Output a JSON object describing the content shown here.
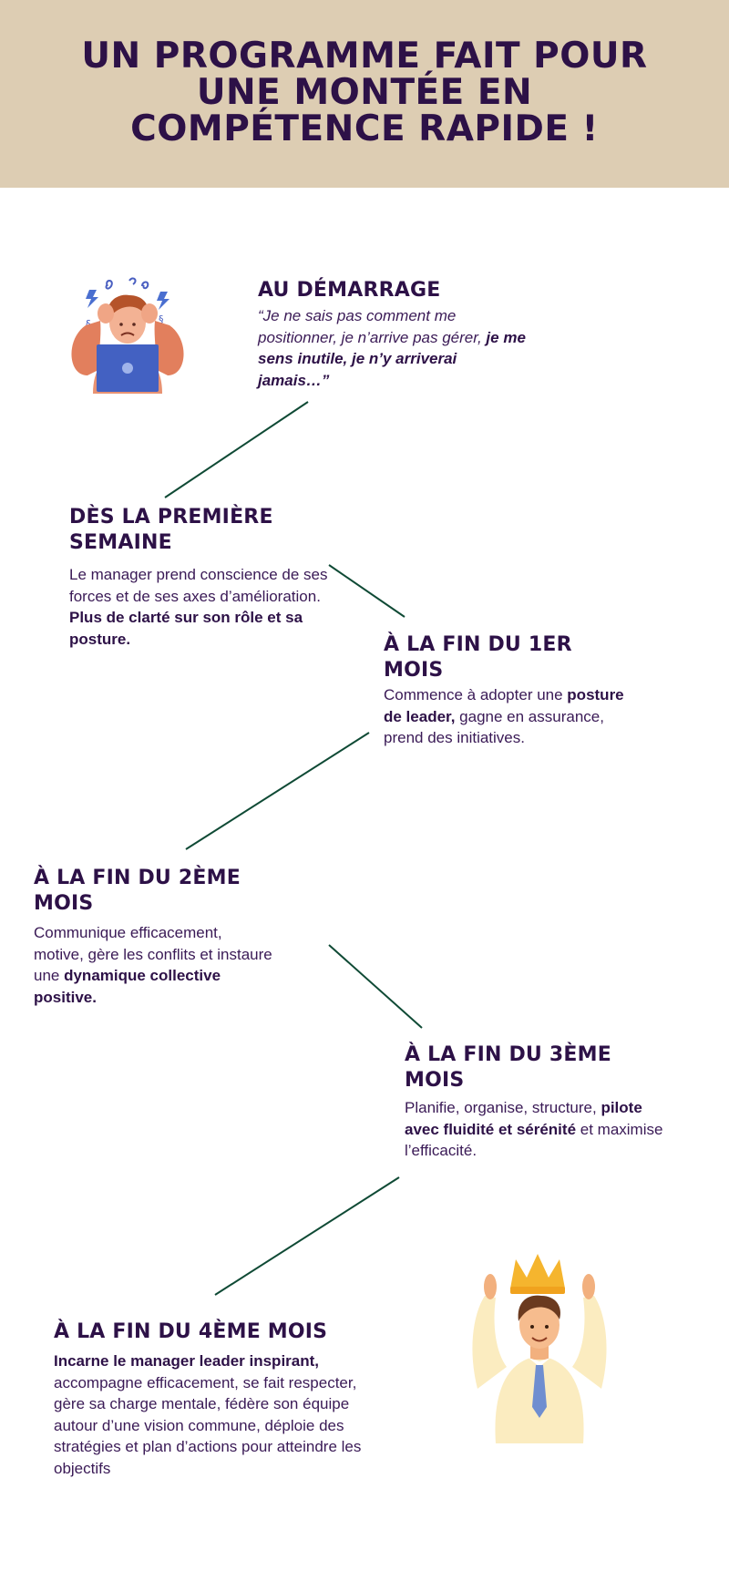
{
  "header": {
    "title_lines": [
      "UN PROGRAMME FAIT POUR",
      "UNE MONTÉE EN",
      "COMPÉTENCE RAPIDE !"
    ]
  },
  "colors": {
    "banner_bg": "#ddcdb3",
    "text_primary": "#2d1147",
    "connector": "#0f4a35"
  },
  "steps": [
    {
      "title": "AU DÉMARRAGE",
      "text_normal": "“Je ne sais pas comment me positionner, je n’arrive pas gérer, ",
      "text_bold": "je me sens inutile, je n’y arriverai jamais…”"
    },
    {
      "title": "DÈS LA PREMIÈRE SEMAINE",
      "text_normal": "Le manager prend conscience de ses forces et de ses axes d’amélioration.",
      "text_bold": "Plus de clarté sur son rôle et sa posture."
    },
    {
      "title": "À LA FIN DU 1ER MOIS",
      "text_before": "Commence à adopter une ",
      "text_bold": "posture de leader,",
      "text_after": " gagne en assurance, prend des initiatives."
    },
    {
      "title": "À LA FIN DU 2ÈME MOIS",
      "text_before": "Communique efficacement, motive, gère les conflits et instaure une ",
      "text_bold": "dynamique collective positive."
    },
    {
      "title": "À LA FIN DU 3ÈME MOIS",
      "text_before": "Planifie, organise,  structure, ",
      "text_bold": "pilote avec fluidité et sérénité",
      "text_after": " et maximise l’efficacité."
    },
    {
      "title": "À LA FIN DU 4ÈME MOIS",
      "text_bold": "Incarne le manager leader inspirant,",
      "text_after": " accompagne efficacement, se fait respecter, gère sa charge mentale, fédère son équipe autour d’une vision commune, déploie des stratégies et plan d’actions pour atteindre les objectifs"
    }
  ],
  "illustrations": {
    "start": "stressed-person-laptop-icon",
    "end": "crowned-leader-icon"
  }
}
